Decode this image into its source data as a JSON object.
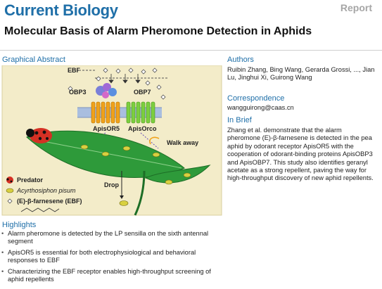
{
  "header": {
    "journal": "Current Biology",
    "article_type": "Report",
    "title": "Molecular Basis of Alarm Pheromone Detection in Aphids"
  },
  "graphical_abstract": {
    "heading": "Graphical Abstract",
    "labels": {
      "ebf": "EBF",
      "obp3": "OBP3",
      "obp7": "OBP7",
      "apis_or5": "ApisOR5",
      "apis_orco": "ApisOrco",
      "walk_away": "Walk away",
      "drop": "Drop"
    },
    "legend": {
      "predator": "Predator",
      "aphid": "Acyrthosiphon pisum",
      "pheromone": "(E)-β-farnesene (EBF)"
    }
  },
  "authors": {
    "heading": "Authors",
    "names": "Ruibin Zhang, Bing Wang, Gerarda Grossi, ..., Jian Lu, Jinghui Xi, Guirong Wang"
  },
  "correspondence": {
    "heading": "Correspondence",
    "email": "wangguirong@caas.cn"
  },
  "in_brief": {
    "heading": "In Brief",
    "text": "Zhang et al. demonstrate that the alarm pheromone (E)-β-farnesene is detected in the pea aphid by odorant receptor ApisOR5 with the cooperation of odorant-binding proteins ApisOBP3 and ApisOBP7. This study also identifies geranyl acetate as a strong repellent, paving the way for high-throughput discovery of new aphid repellents."
  },
  "highlights": {
    "heading": "Highlights",
    "bullet": "•",
    "items": [
      "Alarm pheromone is detected by the LP sensilla on the sixth antennal segment",
      "ApisOR5 is essential for both electrophysiological and behavioral responses to EBF",
      "Characterizing the EBF receptor enables high-throughput screening of aphid repellents"
    ]
  },
  "colors": {
    "journal_blue": "#1f6fa8",
    "panel_bg": "#f3ecc9",
    "leaf_green": "#2e9a3a",
    "receptor_orange": "#f0a21a",
    "receptor_green": "#7ccf3f",
    "membrane_blue": "#a9bedf"
  }
}
